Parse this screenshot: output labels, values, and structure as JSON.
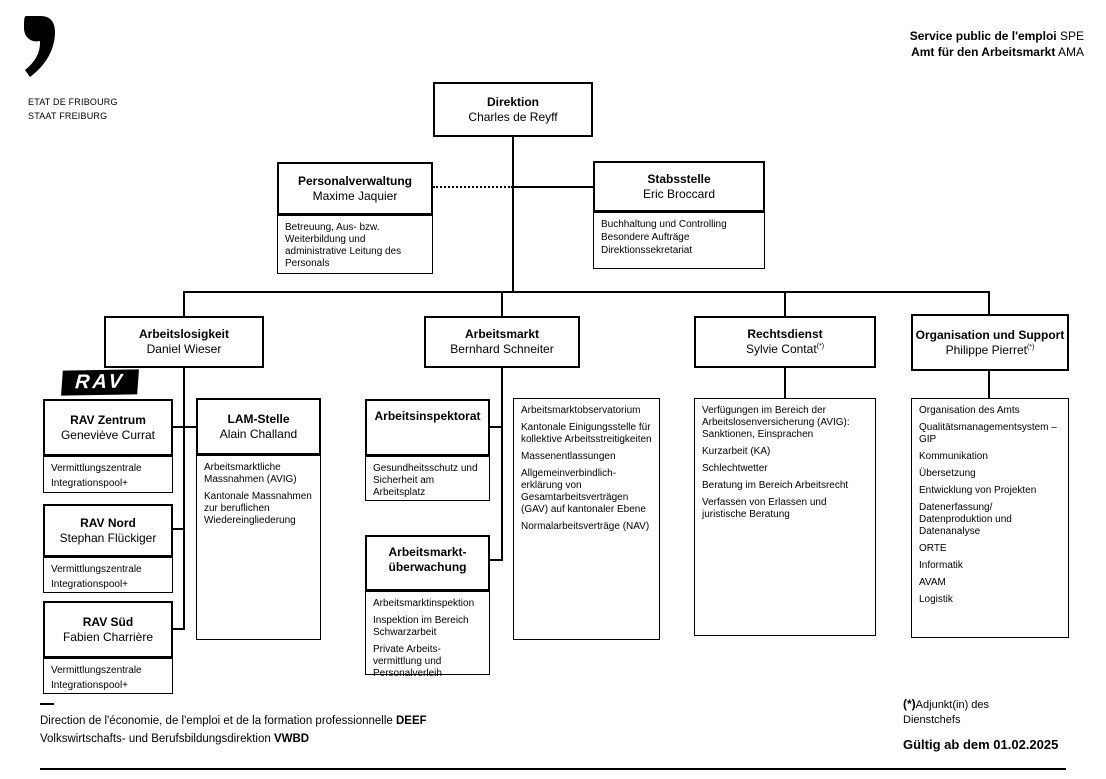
{
  "colors": {
    "ink": "#000000",
    "paper": "#ffffff"
  },
  "logo": {
    "caption_line1": "ETAT DE FRIBOURG",
    "caption_line2": "STAAT FREIBURG"
  },
  "header": {
    "fr_name": "Service public de l'emploi",
    "fr_acronym": " SPE",
    "de_name": "Amt für den Arbeitsmarkt",
    "de_acronym": " AMA"
  },
  "direktion": {
    "title": "Direktion",
    "name": "Charles de Reyff"
  },
  "personalverwaltung": {
    "title": "Personalverwaltung",
    "name": "Maxime Jaquier",
    "tasks": [
      "Betreuung, Aus- bzw. Weiterbildung und administrative Leitung des Personals"
    ]
  },
  "stabsstelle": {
    "title": "Stabsstelle",
    "name": "Eric Broccard",
    "tasks": [
      "Buchhaltung und Controlling",
      "Besondere Aufträge",
      "Direktionssekretariat"
    ]
  },
  "departments": {
    "arbeitslosigkeit": {
      "title": "Arbeitslosigkeit",
      "name": "Daniel Wieser"
    },
    "arbeitsmarkt": {
      "title": "Arbeitsmarkt",
      "name": "Bernhard Schneiter"
    },
    "rechtsdienst": {
      "title": "Rechtsdienst",
      "name": "Sylvie Contat",
      "footnote_marker": "(*)"
    },
    "organisation": {
      "title": "Organisation und Support",
      "name": "Philippe Pierret",
      "footnote_marker": "(*)"
    }
  },
  "rav_logo": {
    "text": "RAV"
  },
  "units": {
    "rav_zentrum": {
      "title": "RAV Zentrum",
      "name": "Geneviève Currat",
      "tasks": [
        "Vermittlungszentrale",
        "Integrationspool+"
      ]
    },
    "rav_nord": {
      "title": "RAV Nord",
      "name": "Stephan Flückiger",
      "tasks": [
        "Vermittlungszentrale",
        "Integrationspool+"
      ]
    },
    "rav_sued": {
      "title": "RAV Süd",
      "name": "Fabien Charrière",
      "tasks": [
        "Vermittlungszentrale",
        "Integrationspool+"
      ]
    },
    "lam_stelle": {
      "title": "LAM-Stelle",
      "name": "Alain Challand",
      "tasks": [
        "Arbeitsmarktliche Massnahmen (AVIG)",
        "Kantonale Massnahmen zur beruflichen Wiedereingliederung"
      ]
    },
    "arbeitsinspektorat": {
      "title": "Arbeitsinspektorat",
      "tasks": [
        "Gesundheitsschutz und Sicherheit am Arbeitsplatz"
      ]
    },
    "arbeitsmarktueberwachung": {
      "title": "Arbeitsmarkt-überwachung",
      "tasks": [
        "Arbeitsmarktinspektion",
        "Inspektion im Bereich Schwarzarbeit",
        "Private Arbeits-vermittlung und Personalverleih"
      ]
    }
  },
  "task_lists": {
    "arbeitsmarkt": [
      "Arbeitsmarktobservatorium",
      "Kantonale Einigungsstelle für kollektive Arbeitsstreitigkeiten",
      "Massenentlassungen",
      "Allgemeinverbindlich-erklärung von Gesamtarbeitsverträgen (GAV) auf kantonaler Ebene",
      "Normalarbeitsverträge (NAV)"
    ],
    "rechtsdienst": [
      "Verfügungen im Bereich der Arbeitslosenversicherung (AVIG): Sanktionen, Einsprachen",
      "Kurzarbeit (KA)",
      "Schlechtwetter",
      "Beratung im Bereich Arbeitsrecht",
      "Verfassen von Erlassen und juristische Beratung"
    ],
    "organisation": [
      "Organisation des Amts",
      "Qualitätsmanagementsystem – GIP",
      "Kommunikation",
      "Übersetzung",
      "Entwicklung von Projekten",
      "Datenerfassung/ Datenproduktion und Datenanalyse",
      "ORTE",
      "Informatik",
      "AVAM",
      "Logistik"
    ]
  },
  "footer": {
    "fr_text": "Direction de l'économie, de l'emploi et de la formation professionnelle ",
    "fr_acronym": "DEEF",
    "de_text": "Volkswirtschafts- und Berufsbildungsdirektion ",
    "de_acronym": "VWBD",
    "footnote_marker": "(*)",
    "footnote_text": "Adjunkt(in) des Dienstchefs",
    "valid_from": "Gültig ab dem 01.02.2025"
  }
}
